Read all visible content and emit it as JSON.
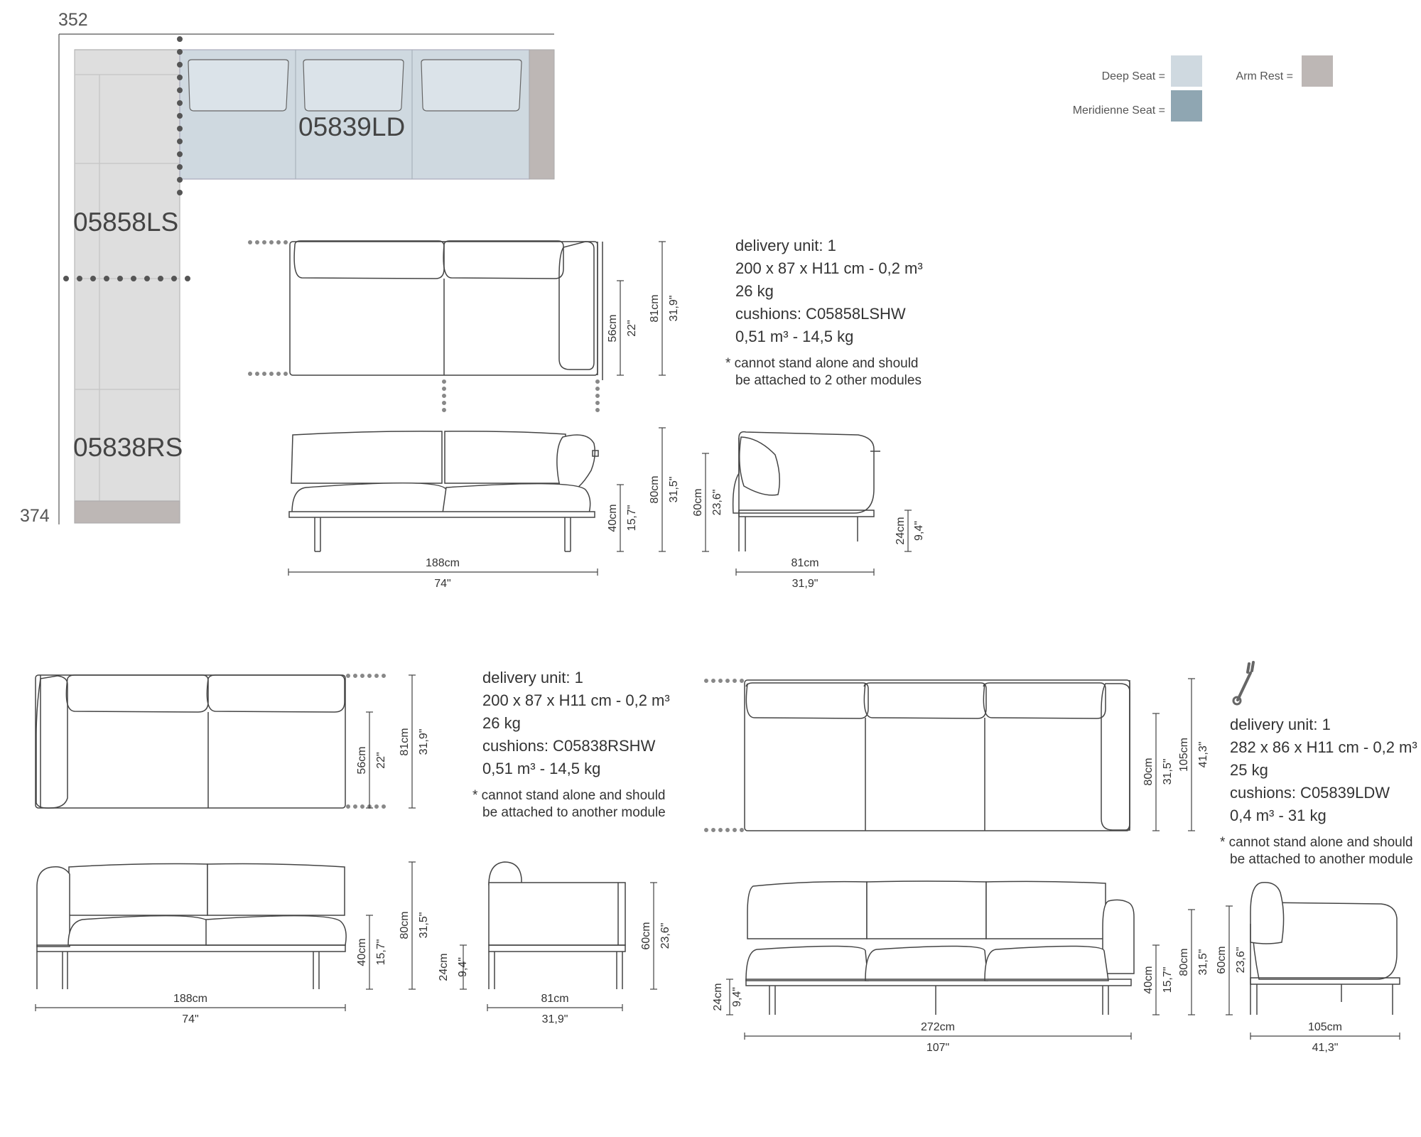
{
  "colors": {
    "deep_seat": "#cfd9e0",
    "meridienne_seat": "#8fa6b2",
    "arm_rest": "#bdb7b5",
    "straight_seat": "#dedede",
    "line": "#444444",
    "dots": "#777777"
  },
  "plan": {
    "width_label": "352",
    "depth_label": "374",
    "module_top": "05839LD",
    "module_left_top": "05858LS",
    "module_left_bottom": "05838RS"
  },
  "legend": {
    "deep_seat": "Deep Seat =",
    "meridienne_seat": "Meridienne Seat =",
    "arm_rest": "Arm Rest ="
  },
  "module_ls": {
    "info": {
      "delivery": "delivery unit: 1",
      "size": "200 x 87 x H11 cm - 0,2 m³",
      "weight": "26 kg",
      "cushions": "cushions: C05858LSHW",
      "cushion_size": "0,51 m³ - 14,5 kg",
      "note_line1": "* cannot stand alone and should",
      "note_line2": "be attached to 2 other modules"
    },
    "top_dims": {
      "seat_cm": "56cm",
      "seat_in": "22\"",
      "depth_cm": "81cm",
      "depth_in": "31,9\""
    },
    "front_dims": {
      "seat_h_cm": "40cm",
      "seat_h_in": "15,7\"",
      "h_cm": "80cm",
      "h_in": "31,5\"",
      "arm_cm": "60cm",
      "arm_in": "23,6\""
    },
    "side_dims": {
      "leg_cm": "24cm",
      "leg_in": "9,4\""
    },
    "width_cm": "188cm",
    "width_in": "74\"",
    "side_cm": "81cm",
    "side_in": "31,9\""
  },
  "module_rs": {
    "info": {
      "delivery": "delivery unit: 1",
      "size": "200 x 87 x H11 cm - 0,2 m³",
      "weight": "26 kg",
      "cushions": "cushions: C05838RSHW",
      "cushion_size": "0,51 m³ - 14,5 kg",
      "note_line1": "* cannot stand alone and should",
      "note_line2": "be attached to another module"
    },
    "top_dims": {
      "seat_cm": "56cm",
      "seat_in": "22\"",
      "depth_cm": "81cm",
      "depth_in": "31,9\""
    },
    "front_dims": {
      "seat_h_cm": "40cm",
      "seat_h_in": "15,7\"",
      "h_cm": "80cm",
      "h_in": "31,5\""
    },
    "side_dims": {
      "leg_cm": "24cm",
      "leg_in": "9,4\"",
      "arm_cm": "60cm",
      "arm_in": "23,6\""
    },
    "width_cm": "188cm",
    "width_in": "74\"",
    "side_cm": "81cm",
    "side_in": "31,9\""
  },
  "module_ld": {
    "info": {
      "delivery": "delivery unit: 1",
      "size": "282 x 86 x H11 cm - 0,2 m³",
      "weight": "25 kg",
      "cushions": "cushions: C05839LDW",
      "cushion_size": "0,4 m³ - 31 kg",
      "note_line1": "* cannot stand alone and should",
      "note_line2": "be attached to another module"
    },
    "top_dims": {
      "seat_cm": "80cm",
      "seat_in": "31,5\"",
      "depth_cm": "105cm",
      "depth_in": "41,3\""
    },
    "front_dims": {
      "leg_cm": "24cm",
      "leg_in": "9,4\"",
      "seat_h_cm": "40cm",
      "seat_h_in": "15,7\"",
      "h_cm": "80cm",
      "h_in": "31,5\"",
      "arm_cm": "60cm",
      "arm_in": "23,6\""
    },
    "width_cm": "272cm",
    "width_in": "107\"",
    "side_cm": "105cm",
    "side_in": "41,3\"",
    "tool_icon": "wrench-icon"
  }
}
